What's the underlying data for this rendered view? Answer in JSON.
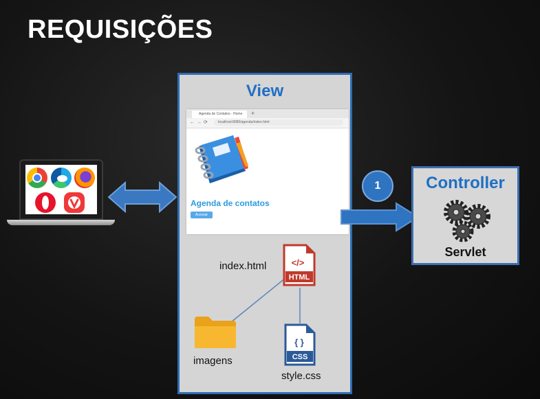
{
  "title": "REQUISIÇÕES",
  "client": {
    "browsers": [
      "chrome-icon",
      "edge-icon",
      "firefox-icon",
      "opera-icon",
      "vivaldi-icon"
    ]
  },
  "view": {
    "title": "View",
    "browser": {
      "tab_label": "Agenda de Contatos - Home",
      "url": "localhost:8080/agenda/index.html",
      "page_title": "Agenda de contatos",
      "button_label": "Acessar"
    },
    "files": {
      "index": "index.html",
      "images": "imagens",
      "css": "style.css"
    }
  },
  "step": {
    "number": "1"
  },
  "controller": {
    "title": "Controller",
    "subtitle": "Servlet"
  },
  "colors": {
    "accent_blue": "#1f6fc4",
    "arrow_blue": "#2e74c0",
    "html_red": "#c0392b",
    "css_blue": "#2b5a9a",
    "folder_yellow": "#f7b731"
  }
}
